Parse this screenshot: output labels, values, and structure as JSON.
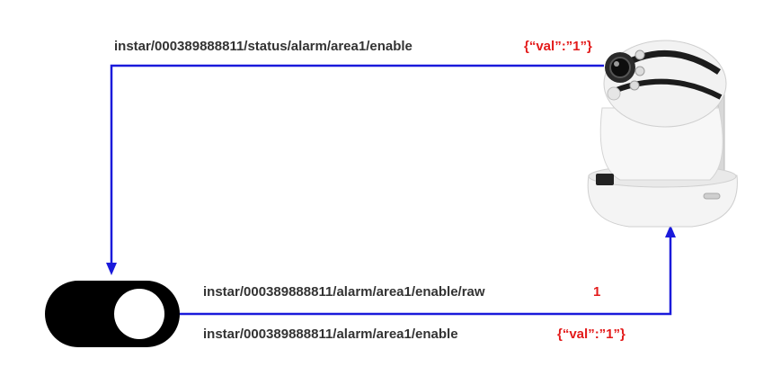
{
  "flows": {
    "status": {
      "topic": "instar/000389888811/status/alarm/area1/enable",
      "payload": "{“val”:”1”}"
    },
    "raw": {
      "topic": "instar/000389888811/alarm/area1/enable/raw",
      "payload": "1"
    },
    "json": {
      "topic": "instar/000389888811/alarm/area1/enable",
      "payload": "{“val”:”1”}"
    }
  },
  "colors": {
    "arrow": "#1a1adb",
    "payload": "#e31b1b",
    "topic": "#333333",
    "toggle_track": "#000000",
    "toggle_knob": "#ffffff"
  },
  "icons": {
    "switch": "toggle-switch-icon",
    "camera": "ip-camera-icon"
  }
}
